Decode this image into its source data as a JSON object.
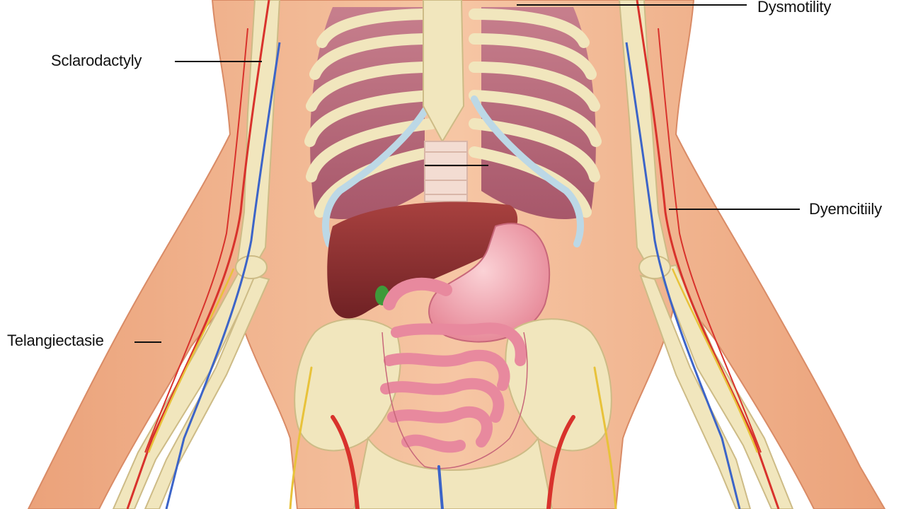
{
  "labels": {
    "top_left": "Sclarodactyly",
    "top_right": "Dysmotility",
    "right": "Dyemcitiily",
    "bottom_left": "Telangiectasie"
  },
  "colors": {
    "skin": "#f2b58f",
    "bone": "#f1e6bd",
    "lung": "#b86a7a",
    "cartilage": "#bcd8e6",
    "liver": "#8e2e2e",
    "stomach": "#ef9aa6",
    "intestine": "#e8899e",
    "artery": "#d8322c",
    "vein": "#3c64c8",
    "nerve": "#e8c23a",
    "gallbladder": "#3e9a3a"
  },
  "icons": {
    "figure": "human-torso-anatomy-illustration"
  }
}
